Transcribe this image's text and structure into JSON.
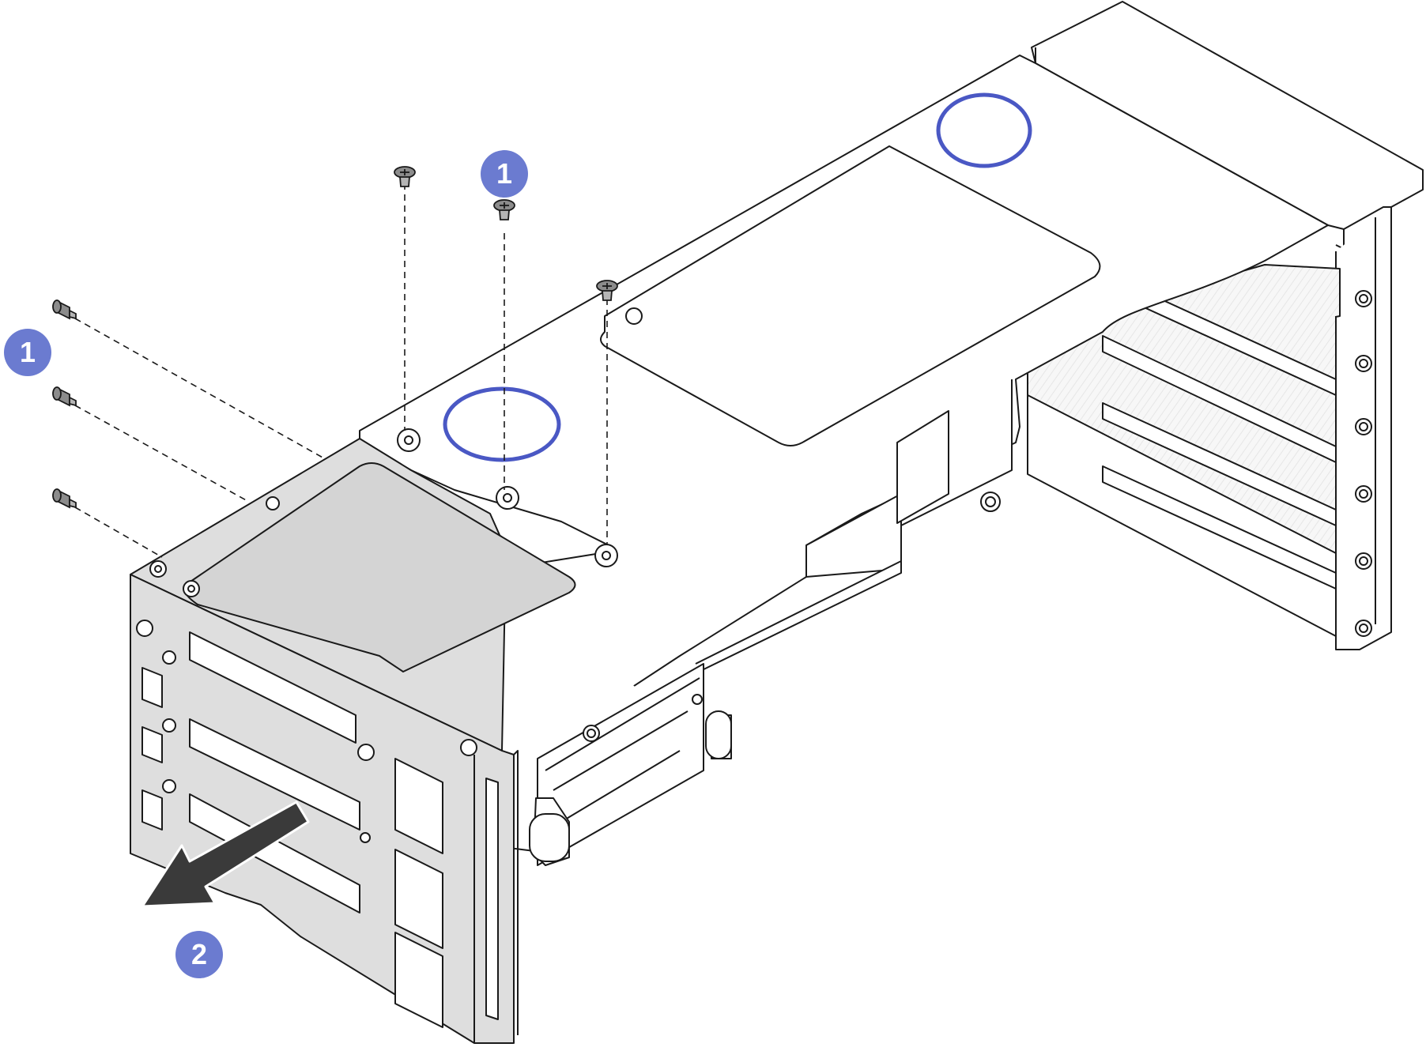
{
  "callouts": [
    {
      "id": "callout-1-left",
      "label": "1"
    },
    {
      "id": "callout-1-top",
      "label": "1"
    },
    {
      "id": "callout-2",
      "label": "2"
    }
  ],
  "colors": {
    "callout_fill": "#6b7bd0",
    "callout_text": "#ffffff",
    "highlight_ring": "#4a58c4",
    "line": "#1a1a1a",
    "bracket_fill": "#dedede",
    "screw_fill": "#8c8c8c"
  }
}
